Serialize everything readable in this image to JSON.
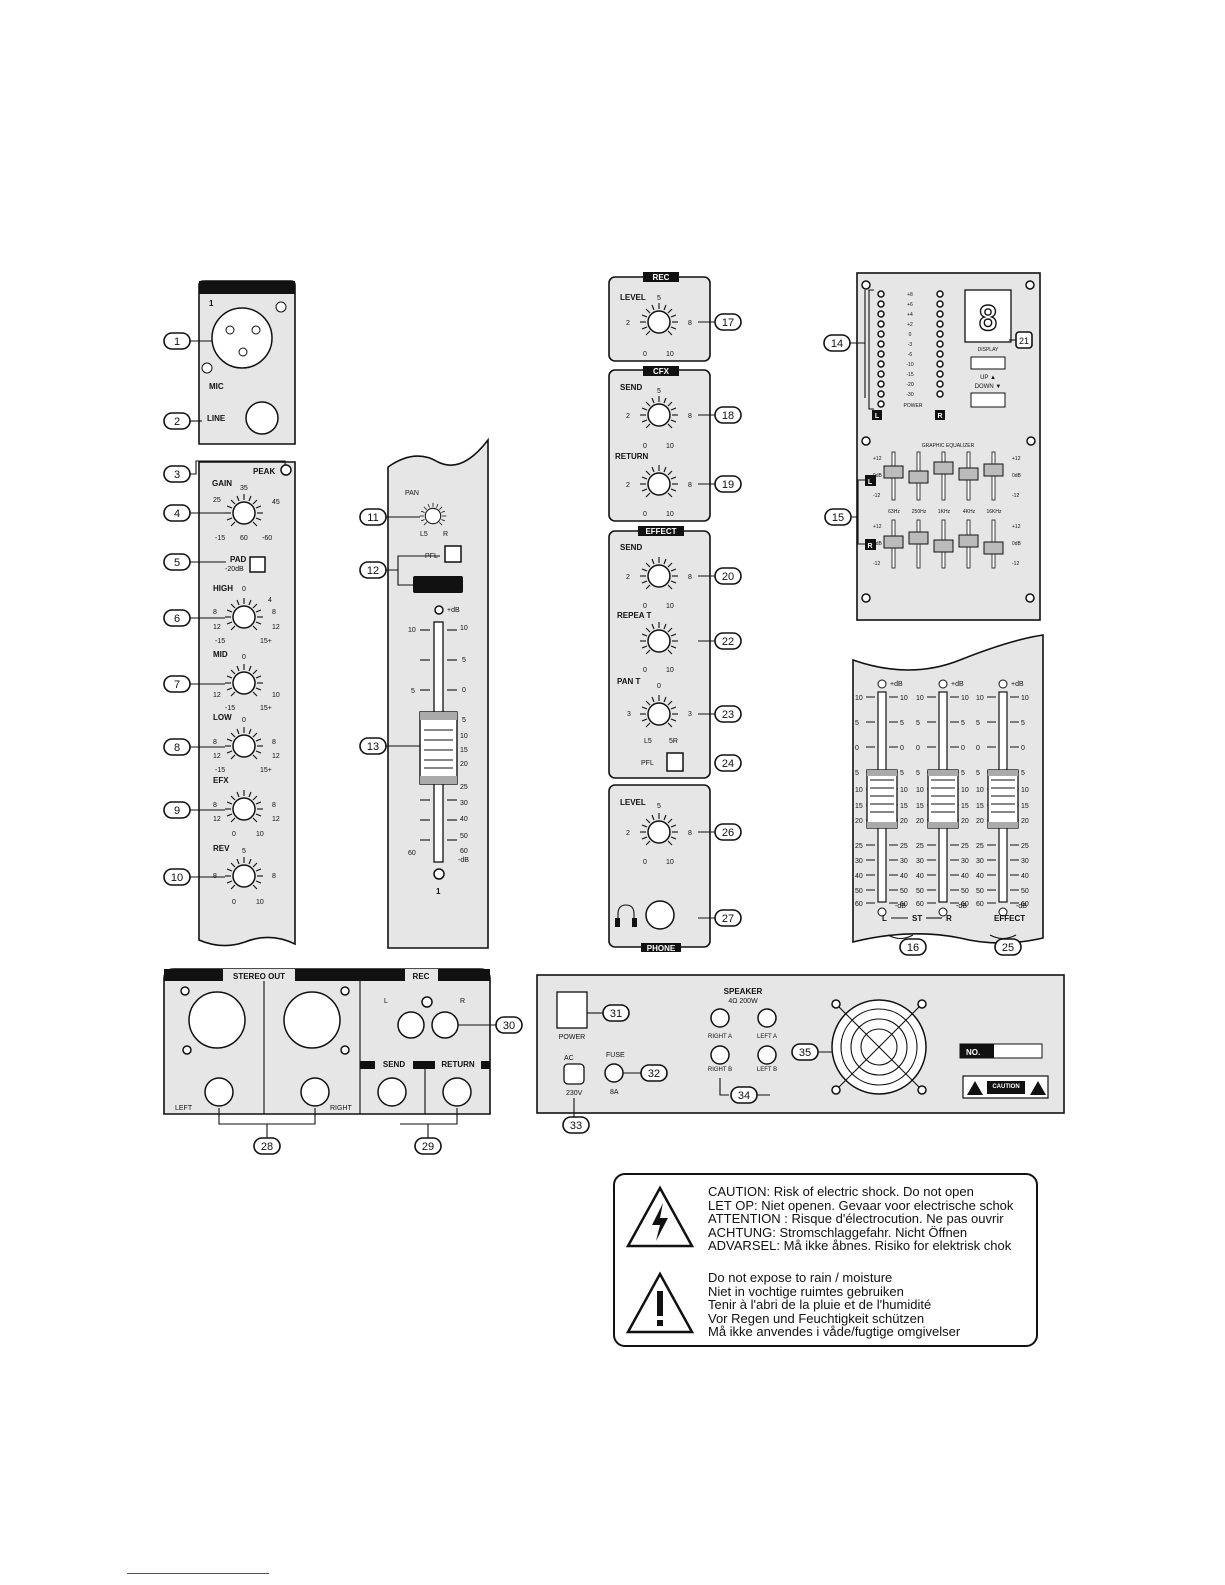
{
  "channel": {
    "number": "1",
    "mic": "MIC",
    "line": "LINE",
    "peak": "PEAK",
    "gain": {
      "label": "GAIN",
      "marks": [
        "25",
        "35",
        "45",
        "-15",
        "60",
        "-60"
      ]
    },
    "pad": {
      "label": "PAD",
      "value": "-20dB"
    },
    "high": {
      "label": "HIGH",
      "marks": [
        "0",
        "8",
        "12",
        "4",
        "8",
        "12",
        "-15",
        "15+"
      ]
    },
    "mid": {
      "label": "MID",
      "marks": [
        "0",
        "12",
        "10",
        "-15",
        "15+"
      ]
    },
    "low": {
      "label": "LOW",
      "marks": [
        "0",
        "8",
        "12",
        "8",
        "12",
        "-15",
        "15+"
      ]
    },
    "efx": {
      "label": "EFX",
      "marks": [
        "8",
        "12",
        "8",
        "12",
        "0",
        "10"
      ]
    },
    "rev": {
      "label": "REV",
      "marks": [
        "5",
        "8",
        "8",
        "0",
        "10"
      ]
    }
  },
  "fader_strip": {
    "pan": {
      "label": "PAN",
      "marks": [
        "L5",
        "R"
      ]
    },
    "pfl": "PFL",
    "db_label": "+dB",
    "scale_left": [
      "10",
      "5",
      "-",
      "-",
      "-",
      "-",
      "60"
    ],
    "scale_right": [
      "10",
      "5",
      "0",
      "5",
      "10",
      "15",
      "20",
      "25",
      "30",
      "40",
      "50",
      "60",
      "-dB"
    ],
    "channel_number": "1"
  },
  "center": {
    "rec": {
      "title": "REC",
      "level": "LEVEL",
      "marks": [
        "5",
        "2",
        "8",
        "0",
        "10"
      ]
    },
    "cfx": {
      "title": "CFX",
      "send": "SEND",
      "return": "RETURN",
      "marks": [
        "5",
        "2",
        "8",
        "0",
        "10"
      ]
    },
    "effect": {
      "title": "EFFECT",
      "send": "SEND",
      "repeat": "REPEA T",
      "pan": "PAN T",
      "pfl": "PFL",
      "pan_marks": [
        "L5",
        "5R",
        "0",
        "3",
        "3"
      ]
    },
    "phone": {
      "title": "PHONE",
      "level": "LEVEL",
      "marks": [
        "5",
        "2",
        "8",
        "0",
        "10"
      ]
    }
  },
  "meter": {
    "scale": [
      "+8",
      "+6",
      "+4",
      "+2",
      "0",
      "-3",
      "-6",
      "-10",
      "-15",
      "-20",
      "-30"
    ],
    "power": "POWER",
    "left": "L",
    "right": "R",
    "display_digit": "8",
    "display_label": "DISPLAY",
    "up": "UP ▲",
    "down": "DOWN ▼",
    "eq_title": "GRAPHIC EQUALIZER",
    "eq_bands": [
      "63Hz",
      "250Hz",
      "1KHz",
      "4KHz",
      "16KHz"
    ],
    "eq_marks": [
      "+12",
      "0dB",
      "-12"
    ]
  },
  "master_faders": {
    "labels": [
      "L",
      "ST",
      "R",
      "EFFECT"
    ],
    "scale": [
      "10",
      "5",
      "0",
      "5",
      "10",
      "15",
      "20",
      "25",
      "30",
      "40",
      "50",
      "60"
    ],
    "db_top": "+dB",
    "db_bottom": "-dB"
  },
  "stereo_out": {
    "title": "STEREO OUT",
    "rec": "REC",
    "left": "LEFT",
    "right": "RIGHT",
    "rec_l": "L",
    "rec_r": "R",
    "send": "SEND",
    "return": "RETURN"
  },
  "rear": {
    "power": "POWER",
    "speaker": "SPEAKER",
    "speaker_spec": "4Ω 200W",
    "right_a": "RIGHT A",
    "left_a": "LEFT A",
    "right_b": "RIGHT B",
    "left_b": "LEFT B",
    "ac": "AC",
    "voltage": "230V",
    "fuse": "FUSE",
    "fuse_value": "8A",
    "no": "NO.",
    "caution": "CAUTION"
  },
  "callouts": [
    "1",
    "2",
    "3",
    "4",
    "5",
    "6",
    "7",
    "8",
    "9",
    "10",
    "11",
    "12",
    "13",
    "14",
    "15",
    "16",
    "17",
    "18",
    "19",
    "20",
    "21",
    "22",
    "23",
    "24",
    "25",
    "26",
    "27",
    "28",
    "29",
    "30",
    "31",
    "32",
    "33",
    "34",
    "35"
  ],
  "warning": {
    "shock": [
      "CAUTION: Risk of electric shock. Do not open",
      "LET OP: Niet openen. Gevaar voor electrische schok",
      "ATTENTION : Risque d'électrocution. Ne pas ouvrir",
      "ACHTUNG: Stromschlaggefahr. Nicht Öffnen",
      "ADVARSEL: Må ikke åbnes. Risiko for elektrisk chok"
    ],
    "moisture": [
      "Do not expose to rain / moisture",
      "Niet in vochtige ruimtes gebruiken",
      "Tenir à l'abri de la pluie et de l'humidité",
      "Vor Regen und Feuchtigkeit schützen",
      "Må ikke anvendes i våde/fugtige omgivelser"
    ]
  }
}
